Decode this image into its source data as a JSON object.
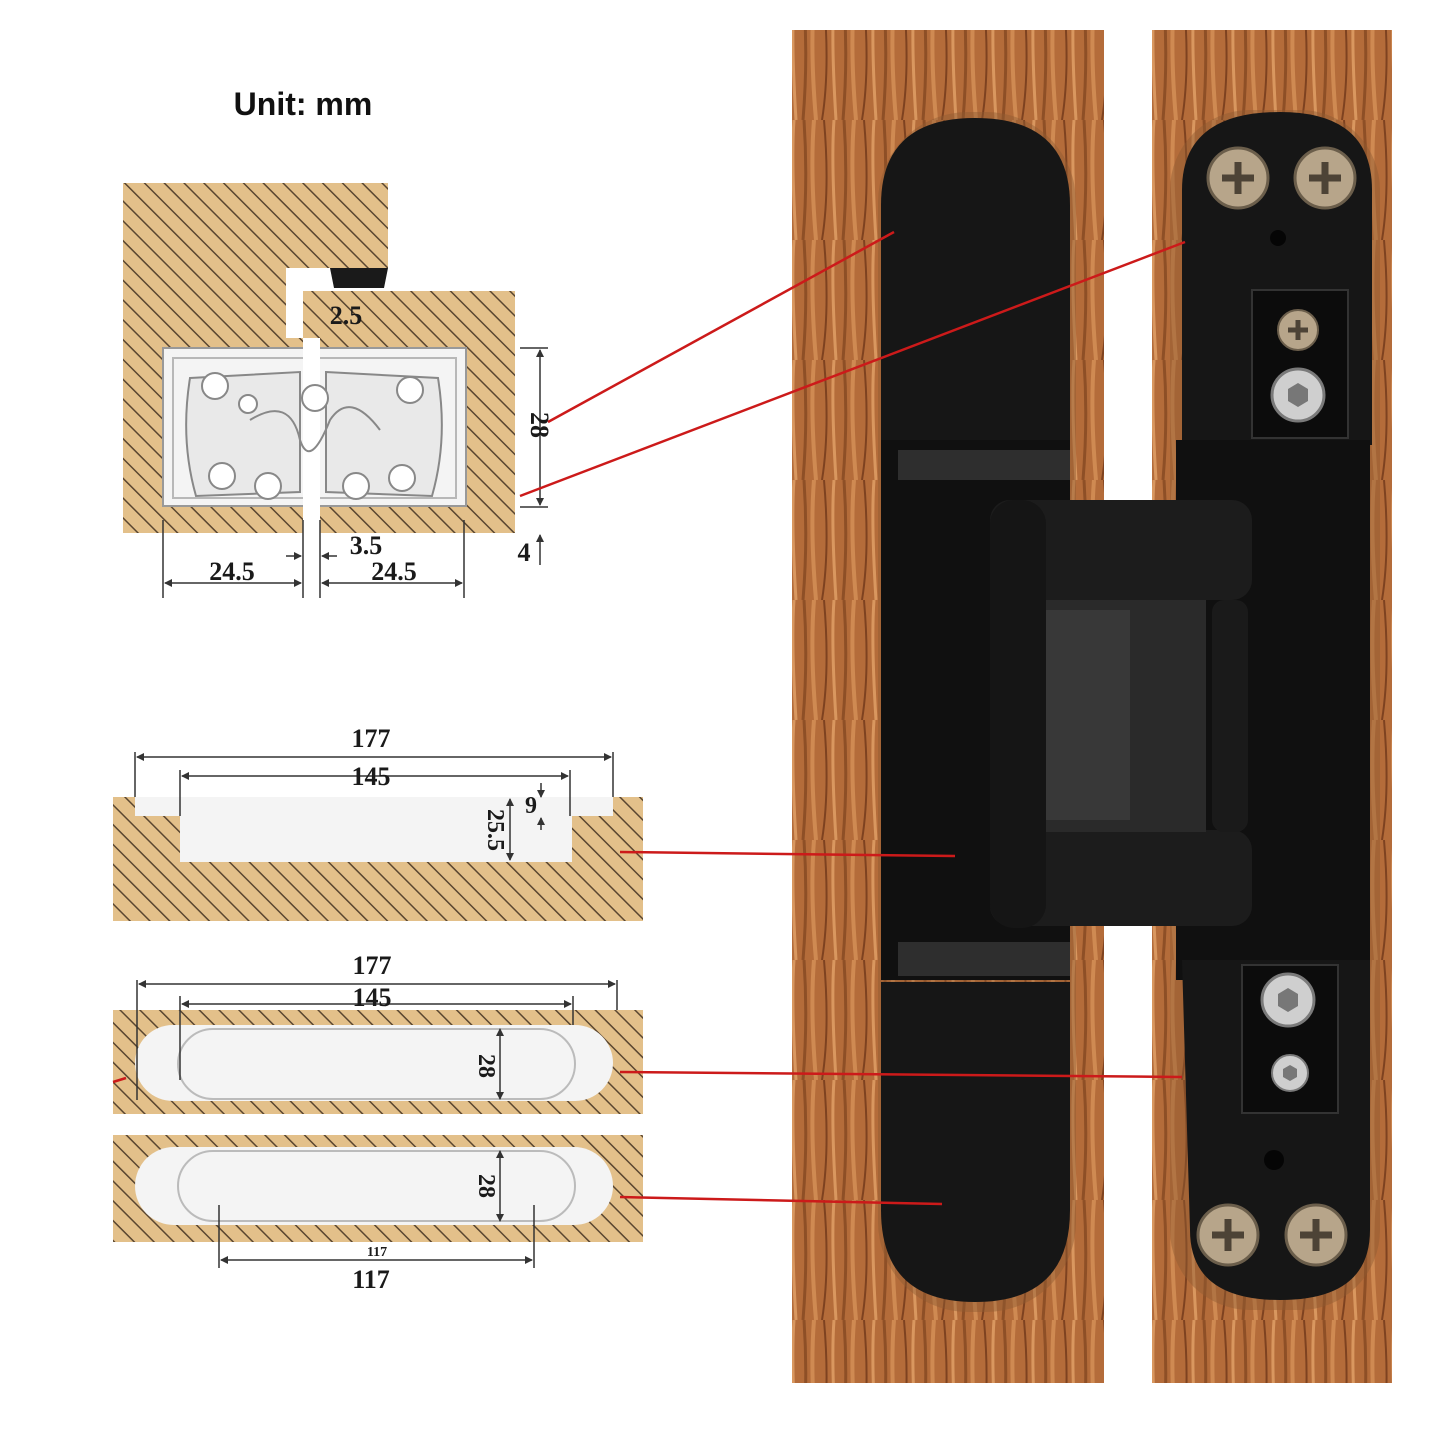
{
  "unit_label": "Unit: mm",
  "colors": {
    "wood": "#e3c08a",
    "hatch": "#5a4630",
    "cutout": "#f4f4f4",
    "dim": "#333333",
    "leader": "#cc1a1a",
    "hinge": "#141414",
    "door_wood": "#b46c3a"
  },
  "section_view": {
    "dims": {
      "gap_top": "2.5",
      "depth": "28",
      "reveal": "4",
      "gap_center": "3.5",
      "left_width": "24.5",
      "right_width": "24.5"
    }
  },
  "frame_mortise": {
    "dims": {
      "overall_length": "177",
      "body_length": "145",
      "step_depth": "9",
      "total_depth": "25.5"
    }
  },
  "face_mortise_top": {
    "dims": {
      "overall_length": "177",
      "body_length": "145",
      "width": "28"
    }
  },
  "face_mortise_bottom": {
    "dims": {
      "width": "28",
      "inner_length_small": "117",
      "inner_length": "117"
    }
  }
}
